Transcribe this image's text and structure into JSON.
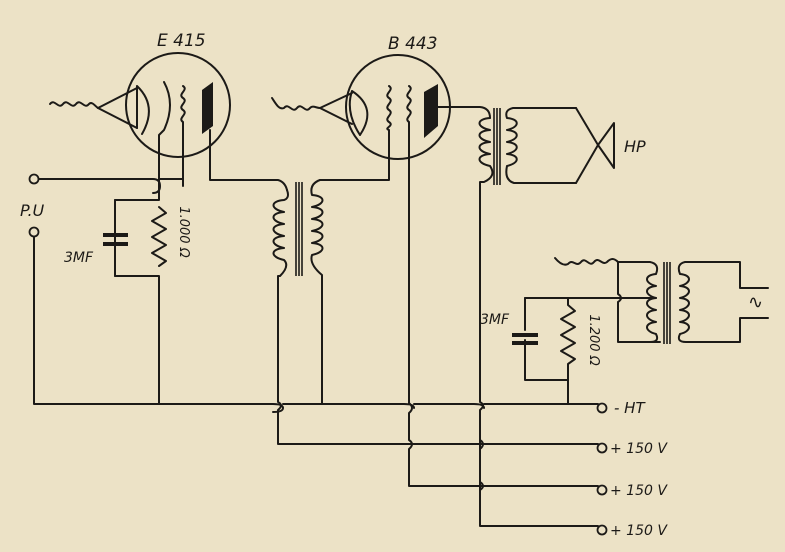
{
  "colors": {
    "paper": "#ece2c6",
    "ink": "#1c1a17"
  },
  "tubes": [
    {
      "id": "v1",
      "label": "E 415"
    },
    {
      "id": "v2",
      "label": "B 443"
    }
  ],
  "input": {
    "label": "P.U"
  },
  "stage1_bias": {
    "capacitor_label": "3MF",
    "resistor_label": "1.000 Ω"
  },
  "speaker": {
    "label": "HP"
  },
  "power": {
    "capacitor_label": "3MF",
    "resistor_label": "1.200 Ω",
    "ac_symbol": "∿"
  },
  "terminals": [
    {
      "label": "- HT"
    },
    {
      "label": "+ 150 V"
    },
    {
      "label": "+ 150 V"
    },
    {
      "label": "+ 150 V"
    }
  ]
}
